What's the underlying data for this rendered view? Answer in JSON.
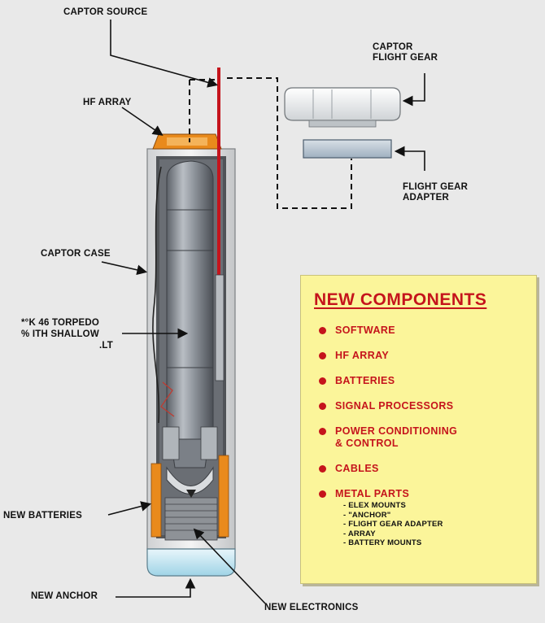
{
  "labels": {
    "captor_source": "CAPTOR SOURCE",
    "hf_array": "HF ARRAY",
    "captor_flight_gear": [
      "CAPTOR",
      "FLIGHT GEAR"
    ],
    "flight_gear_adapter": [
      "FLIGHT GEAR",
      "ADAPTER"
    ],
    "captor_case": "CAPTOR CASE",
    "torpedo": [
      "*°K 46 TORPEDO",
      "% ITH SHALLOW",
      ".LT"
    ],
    "new_batteries": "NEW BATTERIES",
    "new_anchor": "NEW ANCHOR",
    "new_electronics": "NEW ELECTRONICS"
  },
  "panel": {
    "title": "NEW COMPONENTS",
    "items": [
      {
        "label": "SOFTWARE"
      },
      {
        "label": "HF ARRAY"
      },
      {
        "label": "BATTERIES"
      },
      {
        "label": "SIGNAL PROCESSORS"
      },
      {
        "label": "POWER CONDITIONING",
        "label2": "& CONTROL"
      },
      {
        "label": "CABLES"
      },
      {
        "label": "METAL PARTS",
        "sub": [
          "- ELEX MOUNTS",
          "- \"ANCHOR\"",
          "- FLIGHT GEAR ADAPTER",
          "- ARRAY",
          "- BATTERY MOUNTS"
        ]
      }
    ]
  },
  "colors": {
    "accent_red": "#c5141c",
    "panel_yellow": "#fbf59a",
    "battery_orange": "#e98a1c",
    "torpedo_gray": "#8a8f96",
    "anchor_blue": "#bfe3f0",
    "background": "#e9e9e9"
  }
}
